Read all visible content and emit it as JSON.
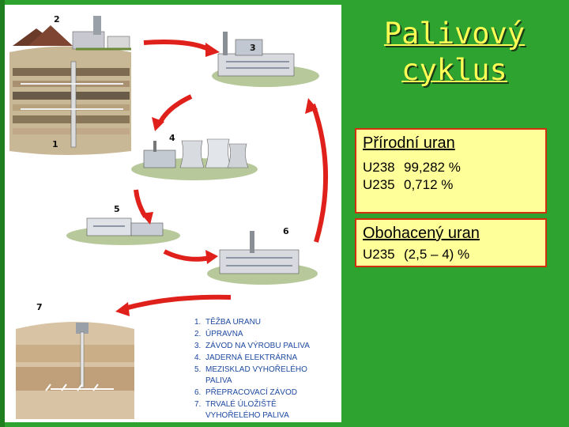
{
  "title": {
    "line1": "Palivový",
    "line2": "cyklus"
  },
  "natural": {
    "heading": "Přírodní uran",
    "rows": [
      {
        "isotope": "U238",
        "value": "99,282 %"
      },
      {
        "isotope": "U235",
        "value": "0,712 %"
      }
    ]
  },
  "enriched": {
    "heading": "Obohacený uran",
    "rows": [
      {
        "isotope": "U235",
        "value": "(2,5 – 4) %"
      }
    ]
  },
  "stage_numbers": [
    "1",
    "2",
    "3",
    "4",
    "5",
    "6",
    "7"
  ],
  "legend": [
    {
      "num": "1.",
      "text": "TĚŽBA URANU"
    },
    {
      "num": "2.",
      "text": "ÚPRAVNA"
    },
    {
      "num": "3.",
      "text": "ZÁVOD NA VÝROBU PALIVA"
    },
    {
      "num": "4.",
      "text": "JADERNÁ ELEKTRÁRNA"
    },
    {
      "num": "5.",
      "text": "MEZISKLAD VYHOŘELÉHO"
    },
    {
      "num": "",
      "text": "PALIVA"
    },
    {
      "num": "6.",
      "text": "PŘEPRACOVACÍ ZÁVOD"
    },
    {
      "num": "7.",
      "text": "TRVALÉ ÚLOŽIŠTĚ"
    },
    {
      "num": "",
      "text": "VYHOŘELÉHO PALIVA"
    }
  ],
  "colors": {
    "background": "#2fa32f",
    "title": "#ffff55",
    "box_fill": "#ffff99",
    "box_border": "#d03010",
    "arrow": "#e0201a",
    "legend_text": "#1e4aa0"
  }
}
